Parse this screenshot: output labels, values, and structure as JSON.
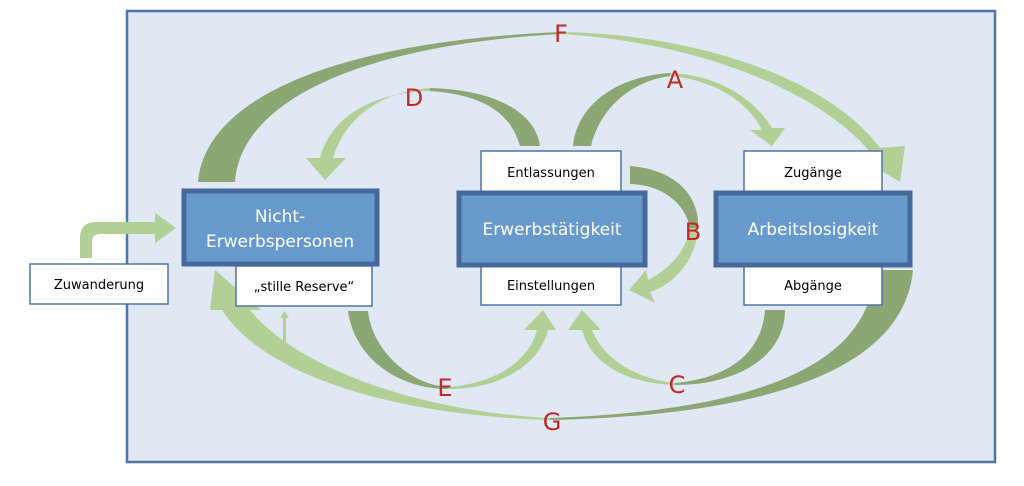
{
  "diagram": {
    "main_boxes": {
      "nicht_erwerbspersonen": [
        "Nicht-",
        "Erwerbspersonen"
      ],
      "erwerbstaetigkeit": "Erwerbstätigkeit",
      "arbeitslosigkeit": "Arbeitslosigkeit"
    },
    "sub_boxes": {
      "zuwanderung": "Zuwanderung",
      "stille_reserve": "„stille Reserve“",
      "entlassungen": "Entlassungen",
      "einstellungen": "Einstellungen",
      "zugaenge": "Zugänge",
      "abgaenge": "Abgänge"
    },
    "flow_labels": {
      "A": "A",
      "B": "B",
      "C": "C",
      "D": "D",
      "E": "E",
      "F": "F",
      "G": "G"
    },
    "flows": [
      {
        "label": "A",
        "from": "Entlassungen",
        "to": "Zugänge"
      },
      {
        "label": "B",
        "from": "Entlassungen",
        "to": "Einstellungen"
      },
      {
        "label": "C",
        "from": "Abgänge",
        "to": "Einstellungen"
      },
      {
        "label": "D",
        "from": "Entlassungen",
        "to": "Nicht-Erwerbspersonen"
      },
      {
        "label": "E",
        "from": "stille Reserve",
        "to": "Einstellungen"
      },
      {
        "label": "F",
        "from": "Nicht-Erwerbspersonen",
        "to": "Arbeitslosigkeit"
      },
      {
        "label": "G",
        "from": "Arbeitslosigkeit",
        "to": "Nicht-Erwerbspersonen"
      },
      {
        "label": "",
        "from": "Zuwanderung",
        "to": "Nicht-Erwerbspersonen"
      }
    ],
    "colors": {
      "background": "#dfe8f3",
      "frame": "#4f74a8",
      "main_box": "#6799cd",
      "arrow_dark": "#8ca674",
      "arrow_light": "#b2d095",
      "label": "#c0282a"
    }
  }
}
